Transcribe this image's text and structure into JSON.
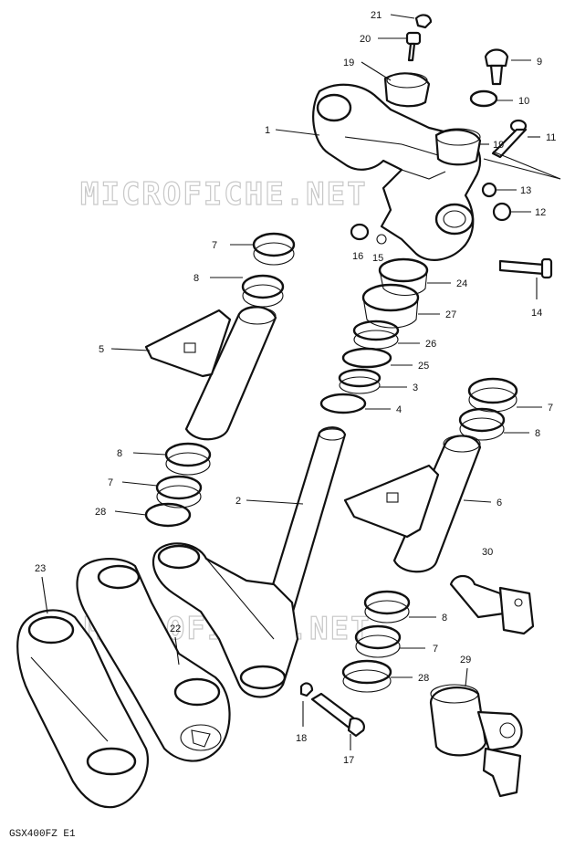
{
  "watermark": "MICROFICHE.NET",
  "caption": "GSX400FZ E1",
  "callouts": [
    "21",
    "20",
    "19",
    "9",
    "10",
    "1",
    "19",
    "11",
    "13",
    "12",
    "16",
    "15",
    "14",
    "24",
    "7",
    "8",
    "27",
    "5",
    "26",
    "25",
    "3",
    "4",
    "7",
    "8",
    "8",
    "7",
    "2",
    "6",
    "28",
    "30",
    "23",
    "22",
    "8",
    "7",
    "28",
    "29",
    "18",
    "17"
  ]
}
